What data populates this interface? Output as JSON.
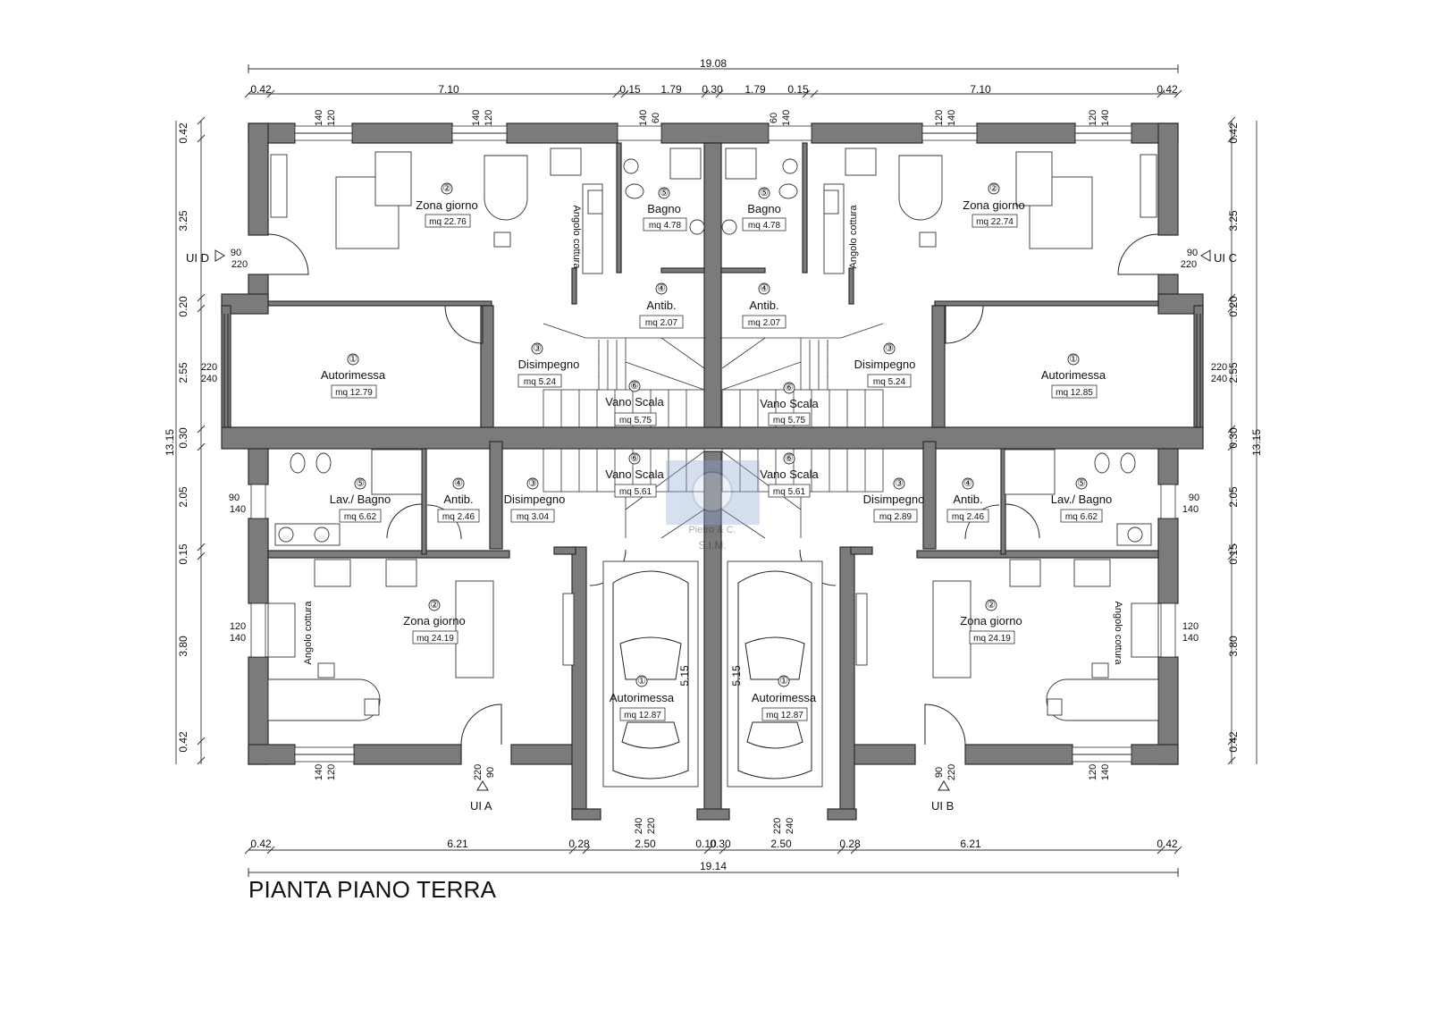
{
  "drawing_title": "PIANTA PIANO TERRA",
  "rooms": [
    {
      "id": "r1",
      "num": "②",
      "name": "Zona giorno",
      "area": "mq 22.76"
    },
    {
      "id": "r2",
      "num": "⑤",
      "name": "Bagno",
      "area": "mq 4.78"
    },
    {
      "id": "r3",
      "num": "⑤",
      "name": "Bagno",
      "area": "mq 4.78"
    },
    {
      "id": "r4",
      "num": "②",
      "name": "Zona giorno",
      "area": "mq 22.74"
    },
    {
      "id": "r5",
      "num": "④",
      "name": "Antib.",
      "area": "mq 2.07"
    },
    {
      "id": "r6",
      "num": "④",
      "name": "Antib.",
      "area": "mq 2.07"
    },
    {
      "id": "r7",
      "num": "①",
      "name": "Autorimessa",
      "area": "mq 12.79"
    },
    {
      "id": "r8",
      "num": "③",
      "name": "Disimpegno",
      "area": "mq 5.24"
    },
    {
      "id": "r9",
      "num": "⑥",
      "name": "Vano Scala",
      "area": "mq 5.75"
    },
    {
      "id": "r10",
      "num": "⑥",
      "name": "Vano Scala",
      "area": "mq 5.75"
    },
    {
      "id": "r11",
      "num": "③",
      "name": "Disimpegno",
      "area": "mq 5.24"
    },
    {
      "id": "r12",
      "num": "①",
      "name": "Autorimessa",
      "area": "mq 12.85"
    },
    {
      "id": "r13",
      "num": "⑤",
      "name": "Lav./ Bagno",
      "area": "mq 6.62"
    },
    {
      "id": "r14",
      "num": "④",
      "name": "Antib.",
      "area": "mq 2.46"
    },
    {
      "id": "r15",
      "num": "③",
      "name": "Disimpegno",
      "area": "mq 3.04"
    },
    {
      "id": "r16",
      "num": "⑥",
      "name": "Vano Scala",
      "area": "mq 5.61"
    },
    {
      "id": "r17",
      "num": "⑥",
      "name": "Vano Scala",
      "area": "mq 5.61"
    },
    {
      "id": "r18",
      "num": "③",
      "name": "Disimpegno",
      "area": "mq 2.89"
    },
    {
      "id": "r19",
      "num": "④",
      "name": "Antib.",
      "area": "mq 2.46"
    },
    {
      "id": "r20",
      "num": "⑤",
      "name": "Lav./ Bagno",
      "area": "mq 6.62"
    },
    {
      "id": "r21",
      "num": "②",
      "name": "Zona giorno",
      "area": "mq 24.19"
    },
    {
      "id": "r22",
      "num": "①",
      "name": "Autorimessa",
      "area": "mq 12.87"
    },
    {
      "id": "r23",
      "num": "①",
      "name": "Autorimessa",
      "area": "mq 12.87"
    },
    {
      "id": "r24",
      "num": "②",
      "name": "Zona giorno",
      "area": "mq 24.19"
    }
  ],
  "kitchen_labels": [
    "Angolo cottura",
    "Angolo cottura",
    "Angolo cottura",
    "Angolo cottura"
  ],
  "units": [
    "UI D",
    "UI C",
    "UI A",
    "UI B"
  ],
  "top_dims": {
    "overall": "19.08",
    "segments": [
      "0.42",
      "7.10",
      "0.15",
      "1.79",
      "0.30",
      "1.79",
      "0.15",
      "7.10",
      "0.42"
    ]
  },
  "bottom_dims": {
    "overall": "19.14",
    "segments": [
      "0.42",
      "6.21",
      "0.28",
      "2.50",
      "0.10",
      "0.30",
      "2.50",
      "0.28",
      "6.21",
      "0.42"
    ]
  },
  "left_dims": {
    "overall": "13.15",
    "segments": [
      "0.42",
      "3.25",
      "0.20",
      "2.55",
      "0.30",
      "2.05",
      "0.15",
      "3.80",
      "0.42"
    ]
  },
  "right_dims": {
    "overall": "13.15",
    "segments": [
      "0.42",
      "3.25",
      "0.20",
      "2.55",
      "0.30",
      "2.05",
      "0.15",
      "3.80",
      "0.42"
    ]
  },
  "opening_dims": {
    "w_top_1": [
      "140",
      "120"
    ],
    "w_top_2": [
      "140",
      "120"
    ],
    "w_top_3": [
      "140",
      "60"
    ],
    "w_top_4": [
      "60",
      "140"
    ],
    "w_top_5": [
      "120",
      "140"
    ],
    "w_top_6": [
      "120",
      "140"
    ],
    "door_left_top": [
      "90",
      "220"
    ],
    "door_right_top": [
      "90",
      "220"
    ],
    "garage_left": [
      "220",
      "240"
    ],
    "garage_right": [
      "220",
      "240"
    ],
    "w_left_bath": [
      "90",
      "140"
    ],
    "w_right_bath": [
      "90",
      "140"
    ],
    "w_left_living": [
      "120",
      "140"
    ],
    "w_right_living": [
      "120",
      "140"
    ],
    "w_bot_1": [
      "140",
      "120"
    ],
    "door_bot_a": [
      "220",
      "90"
    ],
    "garage_bot_1": [
      "240",
      "220"
    ],
    "garage_bot_2": [
      "220",
      "240"
    ],
    "door_bot_b": [
      "90",
      "220"
    ],
    "w_bot_2": [
      "120",
      "140"
    ],
    "garage_depth_l": "5.15",
    "garage_depth_r": "5.15"
  },
  "watermark": {
    "line1": "Pietro & C.",
    "line2": "S.I.M."
  },
  "colors": {
    "wall": "#7b7b7d",
    "line": "#222222",
    "background": "#ffffff"
  }
}
